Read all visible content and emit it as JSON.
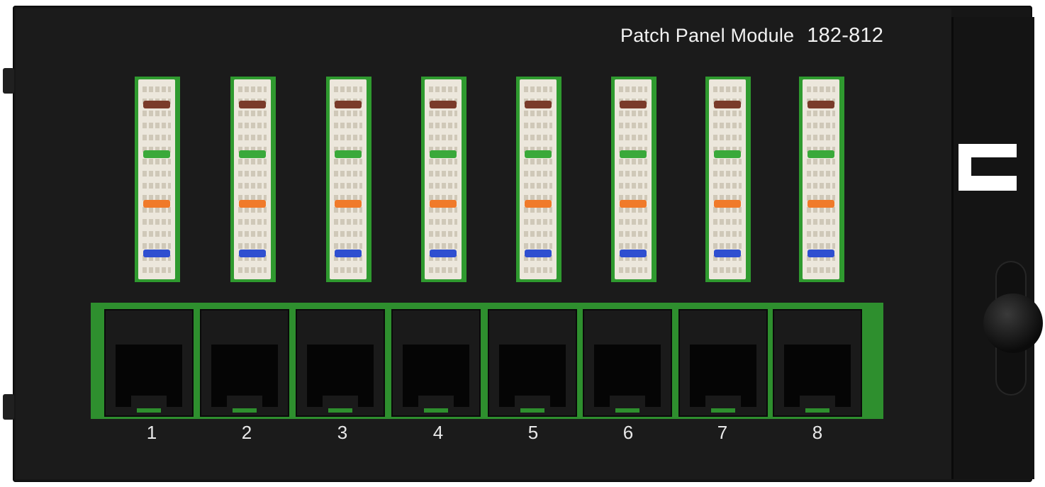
{
  "panel": {
    "title": "Patch Panel Module",
    "model": "182-812",
    "colors": {
      "body": "#161616",
      "pcb": "#2e8f2e",
      "block": "#ece7dc",
      "text": "#f2f2f2"
    }
  },
  "ports": [
    {
      "label": "1"
    },
    {
      "label": "2"
    },
    {
      "label": "3"
    },
    {
      "label": "4"
    },
    {
      "label": "5"
    },
    {
      "label": "6"
    },
    {
      "label": "7"
    },
    {
      "label": "8"
    }
  ],
  "wire_pair_colors": [
    "#7a3b2a",
    "#3aa93a",
    "#f07a2a",
    "#2f4fd0"
  ]
}
